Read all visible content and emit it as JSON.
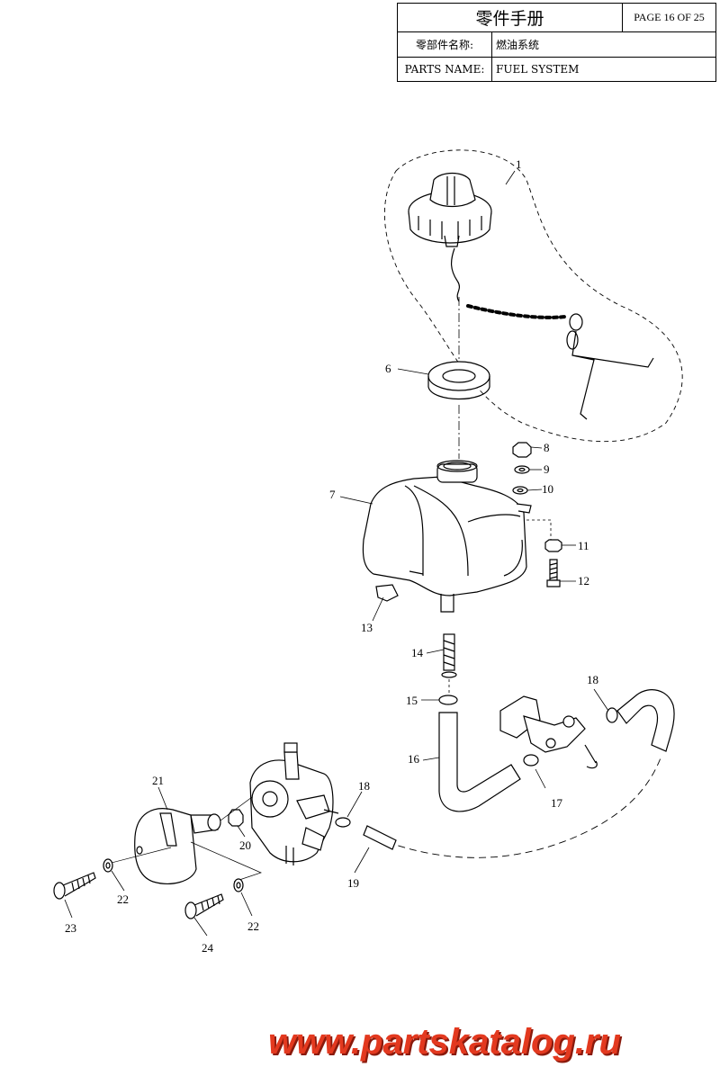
{
  "title_block": {
    "title": "零件手册",
    "page": "PAGE 16 OF 25",
    "name_label_cn": "零部件名称:",
    "name_value_cn": "燃油系统",
    "name_label_en": "PARTS NAME:",
    "name_value_en": "FUEL SYSTEM"
  },
  "callouts": [
    "1",
    "6",
    "7",
    "8",
    "9",
    "10",
    "11",
    "12",
    "13",
    "14",
    "15",
    "16",
    "17",
    "18",
    "18",
    "19",
    "20",
    "21",
    "22",
    "22",
    "23",
    "24"
  ],
  "watermark": "www.partskatalog.ru"
}
